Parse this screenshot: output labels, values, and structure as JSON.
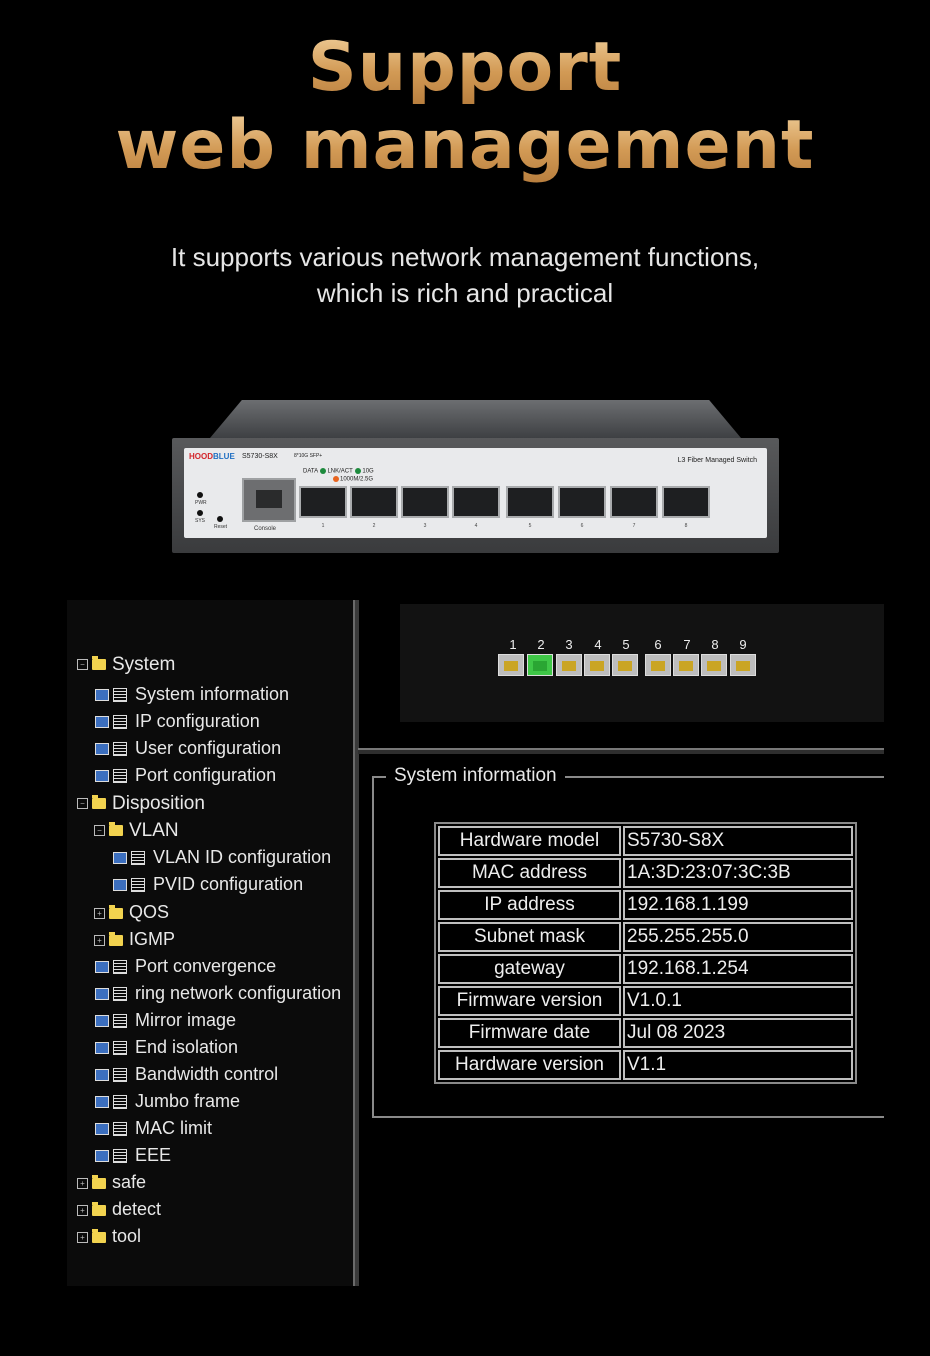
{
  "headline": {
    "line1": "Support",
    "line2": "web management"
  },
  "subtitle": {
    "line1": "It supports various network management functions,",
    "line2": "which is rich and practical"
  },
  "device": {
    "brand_a": "HOOD",
    "brand_b": "BLUE",
    "model": "S5730-S8X",
    "ports_desc": "8*10G SFP+",
    "type": "L3 Fiber Managed Switch",
    "led_data": "DATA",
    "led_lnk": "LNK/ACT",
    "led_10g": "10G",
    "led_1g": "1000M/2.5G",
    "pwr": "PWR",
    "sys": "SYS",
    "reset": "Reset",
    "console": "Console",
    "port_labels": [
      "1",
      "2",
      "3",
      "4",
      "5",
      "6",
      "7",
      "8"
    ]
  },
  "tree": {
    "system": "System",
    "system_information": "System information",
    "ip_configuration": "IP configuration",
    "user_configuration": "User configuration",
    "port_configuration": "Port configuration",
    "disposition": "Disposition",
    "vlan": "VLAN",
    "vlan_id_configuration": "VLAN ID configuration",
    "pvid_configuration": "PVID configuration",
    "qos": "QOS",
    "igmp": "IGMP",
    "port_convergence": "Port convergence",
    "ring_network_configuration": "ring network configuration",
    "mirror_image": "Mirror image",
    "end_isolation": "End isolation",
    "bandwidth_control": "Bandwidth control",
    "jumbo_frame": "Jumbo frame",
    "mac_limit": "MAC limit",
    "eee": "EEE",
    "safe": "safe",
    "detect": "detect",
    "tool": "tool"
  },
  "port_strip": {
    "numbers": [
      "1",
      "2",
      "3",
      "4",
      "5",
      "6",
      "7",
      "8",
      "9"
    ],
    "active_port": "2",
    "active_color": "#3fc747"
  },
  "system_info": {
    "legend": "System information",
    "rows": [
      {
        "key": "Hardware model",
        "value": "S5730-S8X"
      },
      {
        "key": "MAC address",
        "value": "1A:3D:23:07:3C:3B"
      },
      {
        "key": "IP address",
        "value": "192.168.1.199"
      },
      {
        "key": "Subnet mask",
        "value": "255.255.255.0"
      },
      {
        "key": "gateway",
        "value": "192.168.1.254"
      },
      {
        "key": "Firmware version",
        "value": "V1.0.1"
      },
      {
        "key": "Firmware date",
        "value": "Jul 08 2023"
      },
      {
        "key": "Hardware version",
        "value": "V1.1"
      }
    ]
  },
  "colors": {
    "gold": "#d9a766",
    "background": "#000000"
  }
}
